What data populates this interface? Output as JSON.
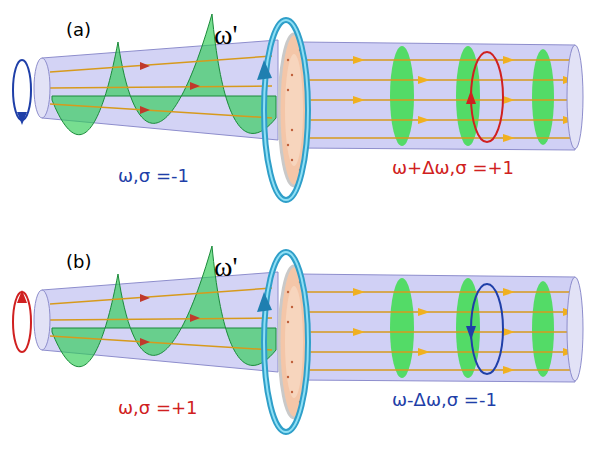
{
  "diagram": {
    "labels": [
      "(a)",
      "ω'",
      "ω,σ =-1",
      "ω+Δω,σ =+1",
      "(b)",
      "ω'",
      "ω,σ =+1",
      "ω-Δω,σ =-1"
    ]
  }
}
